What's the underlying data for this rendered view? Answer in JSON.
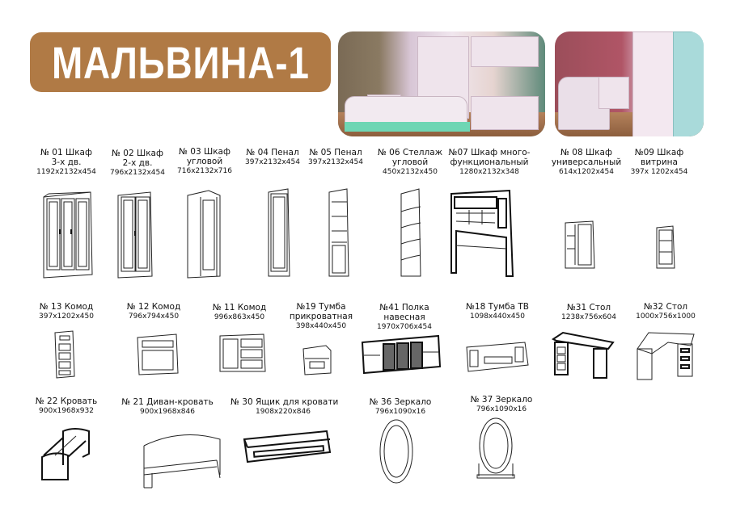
{
  "banner": {
    "title": "МАЛЬВИНА-1",
    "color": "#b07a45"
  },
  "photos": [
    {
      "alt": "bedroom-set-photo-1"
    },
    {
      "alt": "bedroom-set-photo-2"
    }
  ],
  "items": {
    "i01": {
      "name1": "№ 01 Шкаф",
      "name2": "3-х дв.",
      "dims": "1192x2132x454"
    },
    "i02": {
      "name1": "№ 02 Шкаф",
      "name2": "2-х дв.",
      "dims": "796x2132x454"
    },
    "i03": {
      "name1": "№ 03 Шкаф",
      "name2": "угловой",
      "dims": "716x2132x716"
    },
    "i04": {
      "name1": "№ 04 Пенал",
      "dims": "397x2132x454"
    },
    "i05": {
      "name1": "№ 05 Пенал",
      "dims": "397x2132x454"
    },
    "i06": {
      "name1": "№ 06 Стеллаж",
      "name2": "угловой",
      "dims": "450x2132x450"
    },
    "i07": {
      "name1": "№07 Шкаф много-",
      "name2": "функциональный",
      "dims": "1280x2132x348"
    },
    "i08": {
      "name1": "№ 08 Шкаф",
      "name2": "универсальный",
      "dims": "614x1202x454"
    },
    "i09": {
      "name1": "№09 Шкаф",
      "name2": "витрина",
      "dims": "397x 1202x454"
    },
    "i13": {
      "name1": "№ 13 Комод",
      "dims": "397x1202x450"
    },
    "i12": {
      "name1": "№ 12 Комод",
      "dims": "796x794x450"
    },
    "i11": {
      "name1": "№ 11 Комод",
      "dims": "996x863x450"
    },
    "i19": {
      "name1": "№19 Тумба",
      "name2": "прикроватная",
      "dims": "398x440x450"
    },
    "i41": {
      "name1": "№41 Полка",
      "name2": "навесная",
      "dims": "1970x706x454"
    },
    "i18": {
      "name1": "№18 Тумба ТВ",
      "dims": "1098x440x450"
    },
    "i31": {
      "name1": "№31 Стол",
      "dims": "1238x756x604"
    },
    "i32": {
      "name1": "№32 Стол",
      "dims": "1000x756x1000"
    },
    "i22": {
      "name1": "№ 22 Кровать",
      "dims": "900x1968x932"
    },
    "i21": {
      "name1": "№ 21 Диван-кровать",
      "dims": "900x1968x846"
    },
    "i30": {
      "name1": "№ 30 Ящик для кровати",
      "dims": "1908x220x846"
    },
    "i36": {
      "name1": "№ 36 Зеркало",
      "dims": "796x1090x16"
    },
    "i37": {
      "name1": "№ 37 Зеркало",
      "dims": "796x1090x16"
    }
  }
}
